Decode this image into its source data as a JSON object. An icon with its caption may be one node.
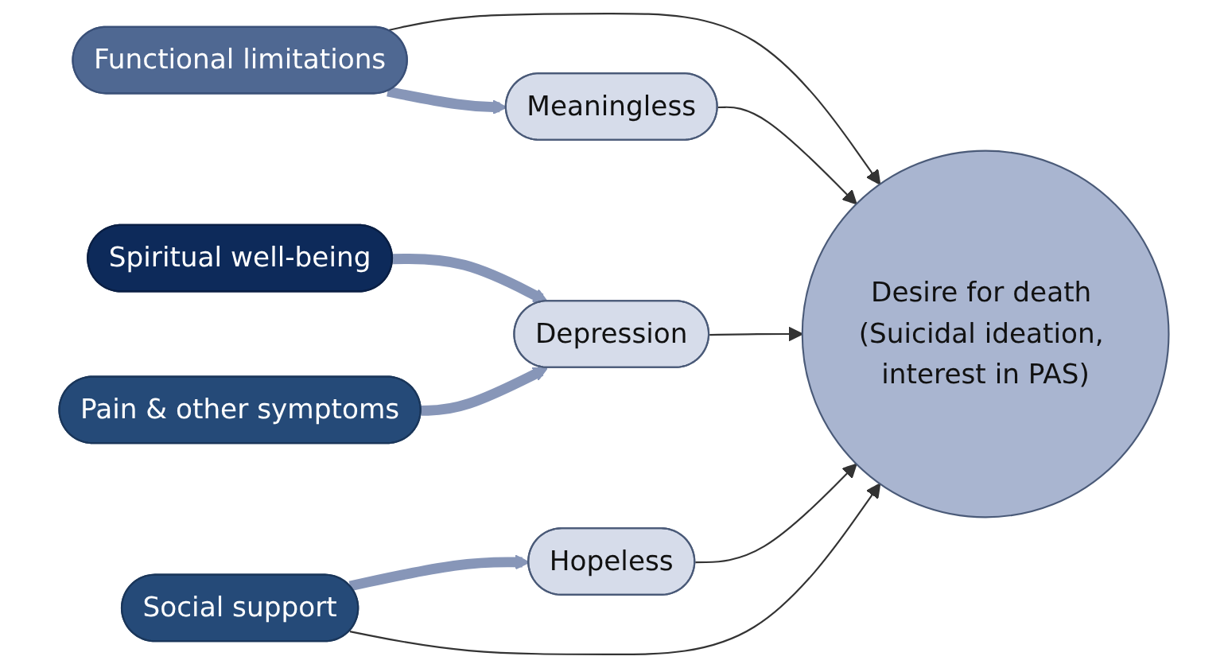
{
  "diagram": {
    "nodes": [
      {
        "text": [
          "Spiritual well-being"
        ]
      },
      {
        "text": [
          "Pain & other symptoms"
        ]
      },
      {
        "text": [
          "Functional limitations"
        ]
      },
      {
        "text": [
          "Meaningless"
        ]
      },
      {
        "text": [
          "Depression"
        ]
      },
      {
        "text": [
          "Hopeless"
        ]
      },
      {
        "text": [
          "Social support"
        ]
      },
      {
        "text": [
          "Desire for death (Suicidal ideation, interest in PAS)"
        ]
      }
    ],
    "edges": [
      {
        "from": 2,
        "to": 3,
        "arrow": "to",
        "style": "thick",
        "color": "#8796b8"
      },
      {
        "from": 0,
        "to": 4,
        "arrow": "to",
        "style": "thick",
        "color": "#8796b8"
      },
      {
        "from": 1,
        "to": 4,
        "arrow": "to",
        "style": "thick",
        "color": "#8796b8"
      },
      {
        "from": 6,
        "to": 5,
        "arrow": "to",
        "style": "thick",
        "color": "#8796b8"
      },
      {
        "from": 2,
        "to": 7,
        "arrow": "to"
      },
      {
        "from": 3,
        "to": 7,
        "arrow": "to"
      },
      {
        "from": 4,
        "to": 7,
        "arrow": "to"
      },
      {
        "from": 5,
        "to": 7,
        "arrow": "to"
      },
      {
        "from": 6,
        "to": 7,
        "arrow": "to"
      }
    ]
  }
}
